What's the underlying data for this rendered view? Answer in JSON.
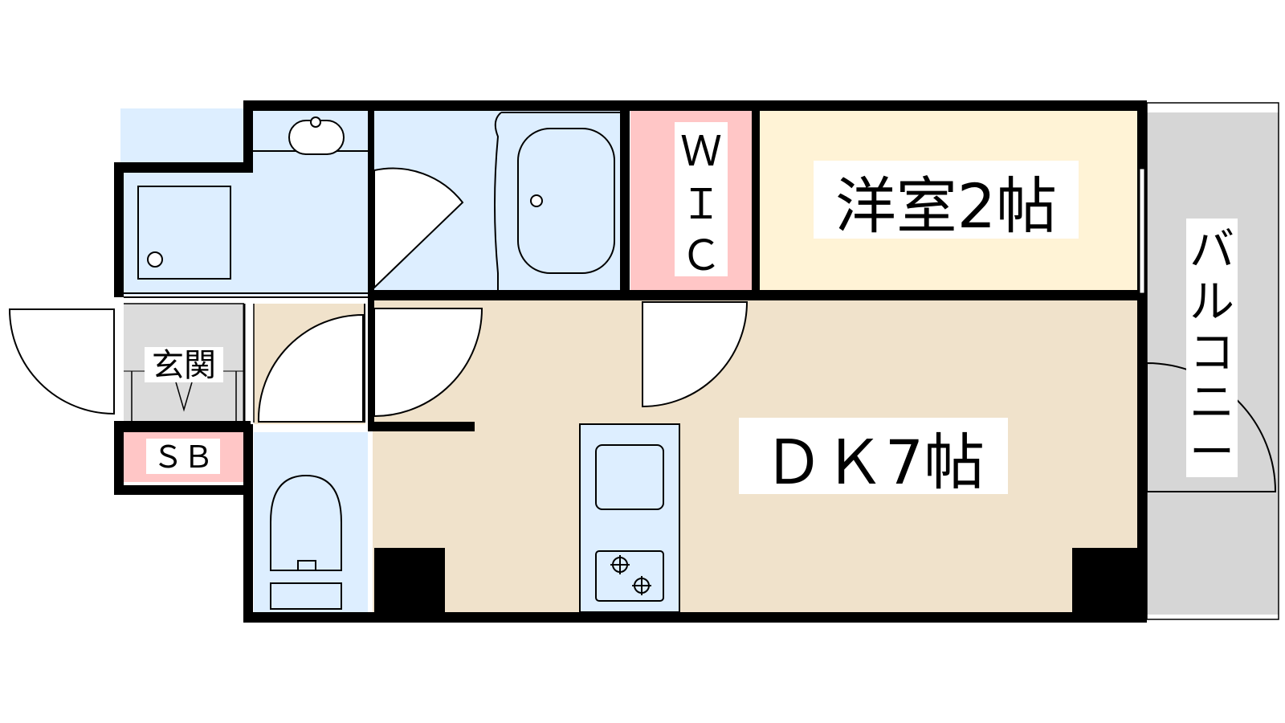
{
  "floor_plan": {
    "rooms": {
      "western_room": {
        "label": "洋室2帖"
      },
      "dining_kitchen": {
        "label": "ＤＫ7帖"
      },
      "walk_in_closet": {
        "label": "ＷＩＣ",
        "lines": [
          "Ｗ",
          "Ｉ",
          "Ｃ"
        ]
      },
      "entrance": {
        "label": "玄関"
      },
      "shoe_box": {
        "label": "ＳＢ"
      },
      "balcony": {
        "label": "バルコニー",
        "lines": [
          "バ",
          "ル",
          "コ",
          "ニ",
          "ー"
        ]
      }
    },
    "colors": {
      "wall": "#000000",
      "wet_area": "#ddeeff",
      "western_room": "#fff3d6",
      "dining_kitchen": "#f0e2cb",
      "closet": "#ffc6c6",
      "entrance": "#dcdcdc",
      "balcony": "#d6d6d6"
    }
  }
}
